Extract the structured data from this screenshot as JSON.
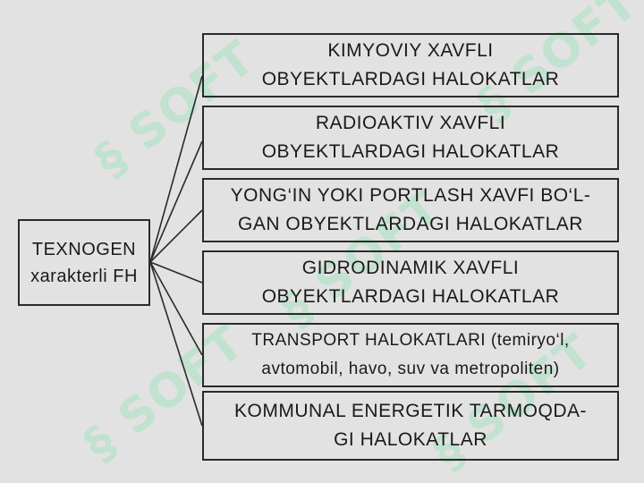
{
  "root": {
    "line1": "TEXNOGEN",
    "line2": "xarakterli FH"
  },
  "branches": [
    {
      "line1": "KIMYOVIY XAVFLI",
      "line2": "OBYEKTLARDAGI HALOKATLAR"
    },
    {
      "line1": "RADIOAKTIV XAVFLI",
      "line2": "OBYEKTLARDAGI HALOKATLAR"
    },
    {
      "line1": "YONG‘IN YOKI  PORTLASH XAVFI BO‘L-",
      "line2": "GAN OBYEKTLARDAGI HALOKATLAR"
    },
    {
      "line1": "GIDRODINAMIK  XAVFLI",
      "line2": "OBYEKTLARDAGI HALOKATLAR"
    },
    {
      "line1": "TRANSPORT HALOKATLARI (temiryo‘l,",
      "line2": "avtomobil, havo, suv va metropoliten)"
    },
    {
      "line1": "KOMMUNAL ENERGETIK TARMOQDA-",
      "line2": "GI HALOKATLAR"
    }
  ],
  "watermark": {
    "text": "SOFT",
    "color": "#a6e2bf"
  },
  "colors": {
    "background": "#e2e2e2",
    "border": "#2a2a2a",
    "text": "#1a1a1a"
  }
}
